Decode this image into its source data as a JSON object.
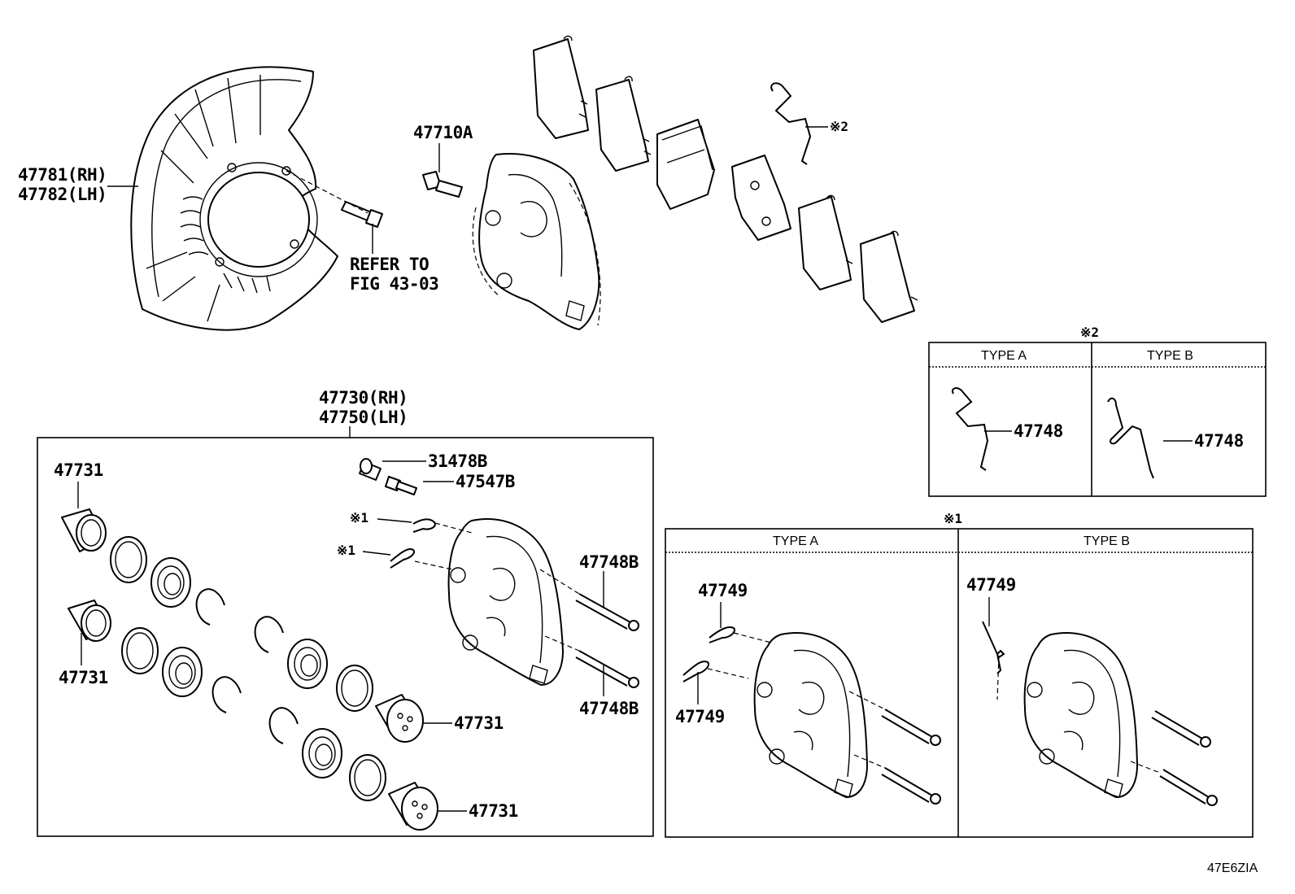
{
  "labels": {
    "shield_rh": "47781(RH)",
    "shield_lh": "47782(LH)",
    "refer_line1": "REFER TO",
    "refer_line2": "FIG 43-03",
    "bolt": "47710A",
    "caliper_rh": "47730(RH)",
    "caliper_lh": "47750(LH)",
    "cap": "31478B",
    "bleeder": "47547B",
    "piston_1": "47731",
    "piston_2": "47731",
    "piston_3": "47731",
    "piston_4": "47731",
    "pin_1": "47748B",
    "pin_2": "47748B",
    "clip_ref_1": "※1",
    "clip_ref_2": "※1",
    "spring_ref": "※2",
    "note2_title": "※2",
    "note2_type_a": "TYPE A",
    "note2_type_b": "TYPE B",
    "note2_part_a": "47748",
    "note2_part_b": "47748",
    "note1_title": "※1",
    "note1_type_a": "TYPE A",
    "note1_type_b": "TYPE B",
    "note1_clip_a_top": "47749",
    "note1_clip_a_bottom": "47749",
    "note1_clip_b": "47749",
    "figure_code": "47E6ZIA"
  }
}
